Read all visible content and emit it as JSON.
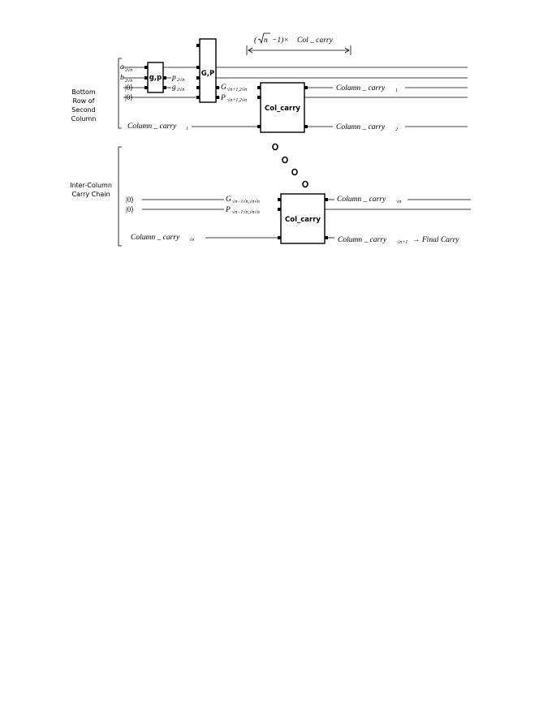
{
  "side_labels": {
    "bottom_row": [
      "Bottom",
      "Row of",
      "Second",
      "Column"
    ],
    "inter_column": [
      "Inter-Column",
      "Carry Chain"
    ]
  },
  "boxes": {
    "gp_small": "g,p",
    "gp_large": "G,P",
    "col_carry_top": "Col_carry",
    "col_carry_bottom": "Col_carry"
  },
  "top_annotation": {
    "sqrt_n": "n",
    "times_text": "−1)×",
    "col_carry_word": "Col _ carry"
  },
  "inputs_top": {
    "a_main": "a",
    "a_sub": "2√n",
    "b_main": "b",
    "b_sub": "2√n",
    "ket0": "|0⟩",
    "ket1": "|0⟩"
  },
  "gp_outputs": {
    "p_main": "p",
    "p_sub": "2√n",
    "g_main": "g",
    "g_sub": "2√n"
  },
  "GP_outputs": {
    "G_main": "G",
    "G_sub": "√n+1,2√n",
    "P_main": "P",
    "P_sub": "√n+1,2√n"
  },
  "col_carry_top_io": {
    "input_main": "Column _ carry",
    "input_sub": "1",
    "out1_main": "Column _ carry",
    "out1_sub": "1",
    "out2_main": "Column _ carry",
    "out2_sub": "2"
  },
  "bottom_inputs": {
    "ket0": "|0⟩",
    "ket1": "|0⟩",
    "G_main": "G",
    "G_sub": "√n−1√n,√n√n",
    "P_main": "P",
    "P_sub": "√n−1√n,√n√n",
    "carry_main": "Column _ carry",
    "carry_sub": "√n"
  },
  "bottom_outputs": {
    "out1_main": "Column _ carry",
    "out1_sub": "√n",
    "out2_main": "Column _ carry",
    "out2_sub": "√n+1",
    "final_text": "→ Final Carry"
  }
}
